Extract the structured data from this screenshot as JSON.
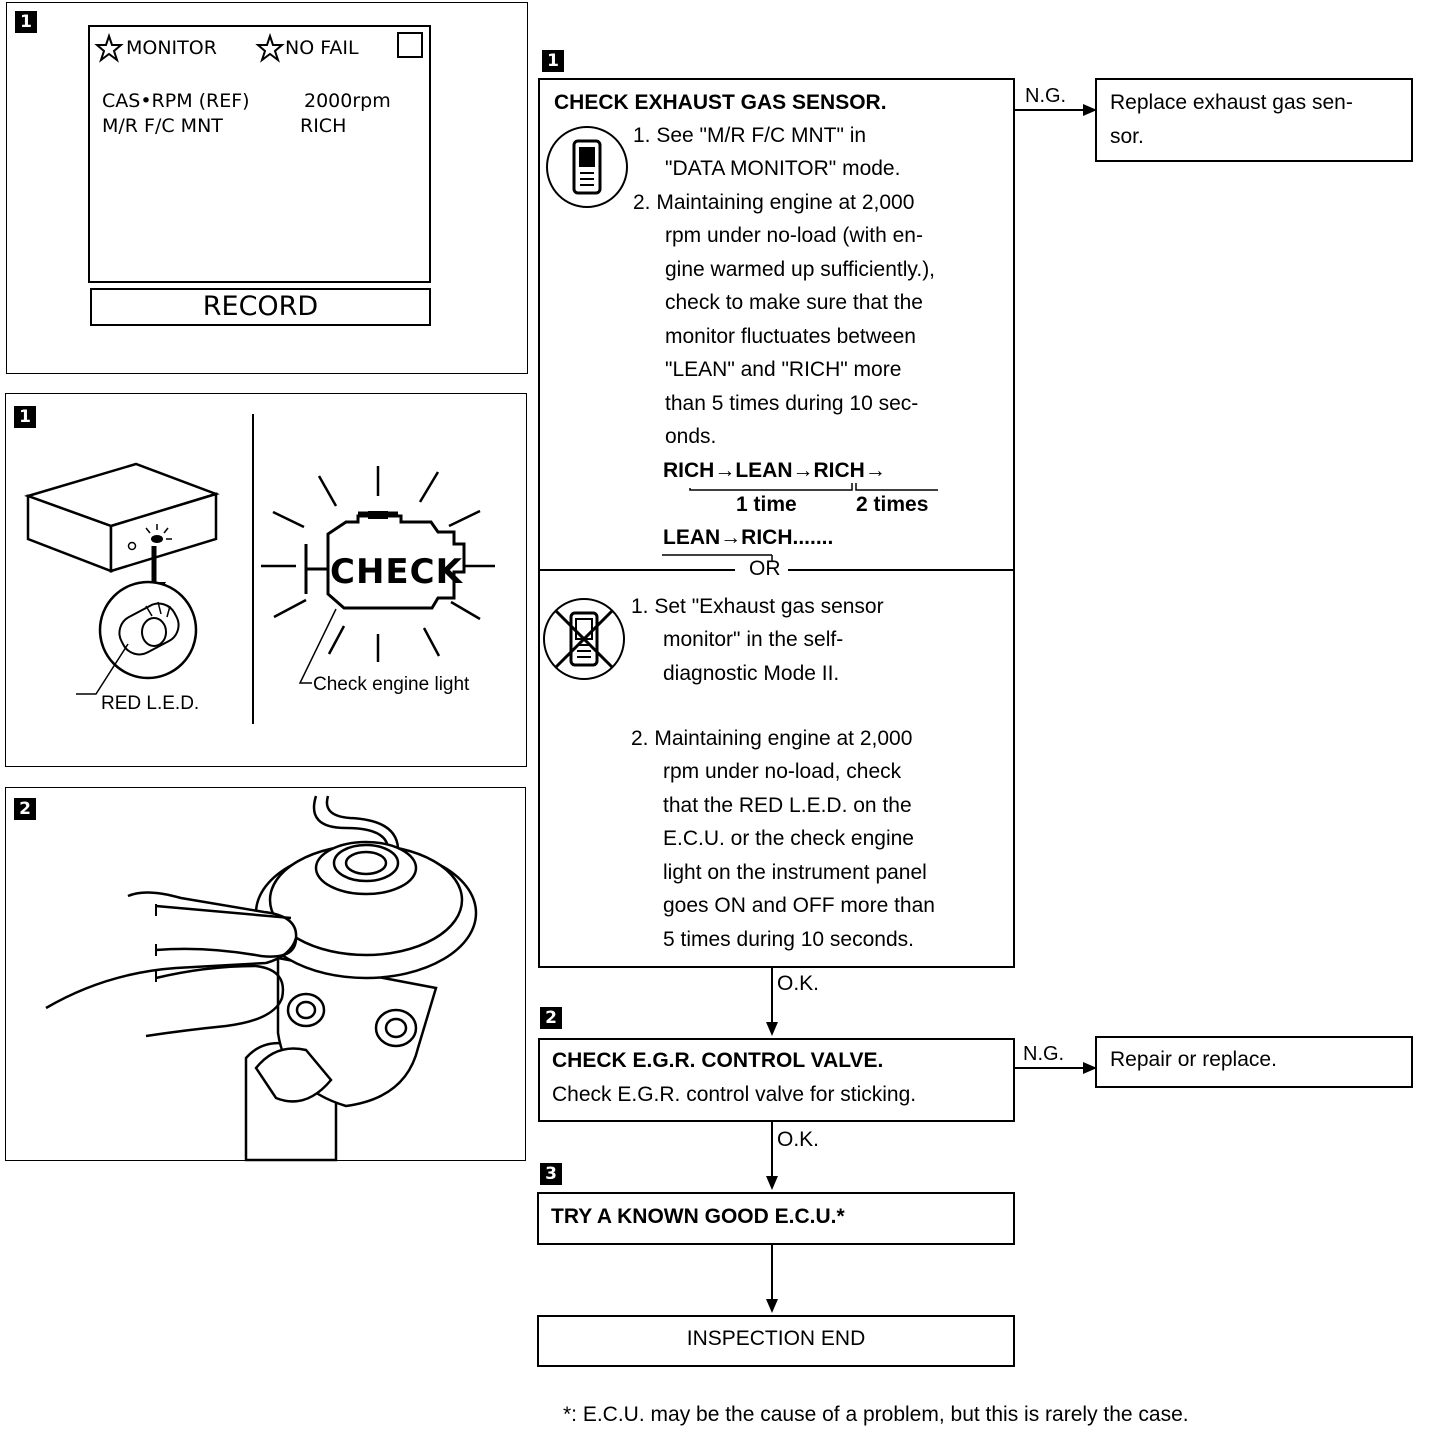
{
  "panel1_screen": {
    "badge": "1",
    "monitor_label": "MONITOR",
    "nofail_label": "NO FAIL",
    "rows": [
      {
        "name": "CAS•RPM (REF)",
        "value": "2000rpm"
      },
      {
        "name": "M/R F/C MNT",
        "value": "RICH"
      }
    ],
    "record_button": "RECORD"
  },
  "panel1_led": {
    "badge": "1",
    "red_led_label": "RED L.E.D.",
    "check_text": "CHECK",
    "check_engine_label": "Check engine light"
  },
  "panel2_valve": {
    "badge": "2"
  },
  "flow": {
    "step1": {
      "badge": "1",
      "title": "CHECK EXHAUST GAS SENSOR.",
      "consult_lines": [
        "1.  See \"M/R F/C MNT\" in",
        "\"DATA MONITOR\" mode.",
        "2.  Maintaining engine at 2,000",
        "rpm under no-load (with en-",
        "gine warmed up sufficiently.),",
        "check to make sure that the",
        "monitor fluctuates between",
        "\"LEAN\" and \"RICH\" more",
        "than 5 times during 10 sec-",
        "onds."
      ],
      "seq1": "RICH→LEAN→RICH→",
      "one_time": "1 time",
      "two_times": "2 times",
      "seq2": "LEAN→RICH.......",
      "or_label": "OR",
      "nocon_lines": [
        "1.  Set \"Exhaust gas sensor",
        "monitor\" in the self-",
        "diagnostic Mode II.",
        "",
        "2.  Maintaining engine at 2,000",
        "rpm under no-load, check",
        "that the RED L.E.D. on the",
        "E.C.U. or the check engine",
        "light on the instrument panel",
        "goes ON and OFF more than",
        "5 times during 10 seconds."
      ],
      "ng_label": "N.G.",
      "ng_action_lines": [
        "Replace exhaust gas sen-",
        "sor."
      ],
      "ok_label": "O.K."
    },
    "step2": {
      "badge": "2",
      "title": "CHECK E.G.R. CONTROL VALVE.",
      "body": "Check E.G.R. control valve for sticking.",
      "ng_label": "N.G.",
      "ng_action": "Repair or replace.",
      "ok_label": "O.K."
    },
    "step3": {
      "badge": "3",
      "title": "TRY A KNOWN GOOD E.C.U.*"
    },
    "end": "INSPECTION END"
  },
  "footnote": "*:  E.C.U. may be the cause of a problem, but this is rarely the case."
}
